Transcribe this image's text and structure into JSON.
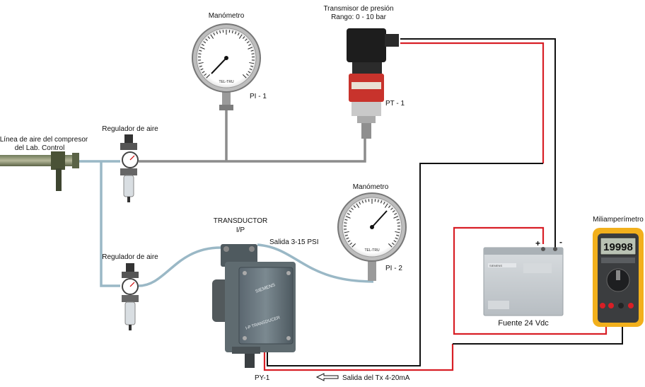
{
  "labels": {
    "manometro_1": "Manómetro",
    "pi1": "PI - 1",
    "transmisor_line1": "Transmisor de presión",
    "transmisor_line2": "Rango: 0 - 10 bar",
    "pt1": "PT - 1",
    "linea_aire_line1": "Línea de aire del compresor",
    "linea_aire_line2": "del Lab. Control",
    "regulador_1": "Regulador de aire",
    "regulador_2": "Regulador de aire",
    "manometro_2": "Manómetro",
    "pi2": "PI - 2",
    "transductor_line1": "TRANSDUCTOR",
    "transductor_line2": "I/P",
    "salida_psi": "Salida 3-15 PSI",
    "transducer_brand": "SIEMENS",
    "transducer_name": "I-P TRANSDUCER",
    "py1": "PY-1",
    "salida_tx": "Salida del Tx 4-20mA",
    "miliamperimetro": "Miliamperímetro",
    "multimeter_reading": "19998",
    "fuente": "Fuente 24 Vdc",
    "psu_plus": "+",
    "psu_minus": "-",
    "psu_brand": "SIEMENS",
    "gauge_brand": "TEL-TRU"
  },
  "colors": {
    "pipe_metal": "#8c8c8c",
    "tube_air": "#9ab8c6",
    "wire_red": "#d81f26",
    "wire_black": "#111111",
    "multimeter_yellow": "#f2b01c",
    "transducer_body": "#5f6b70",
    "psu_body": "#c9ced3"
  }
}
